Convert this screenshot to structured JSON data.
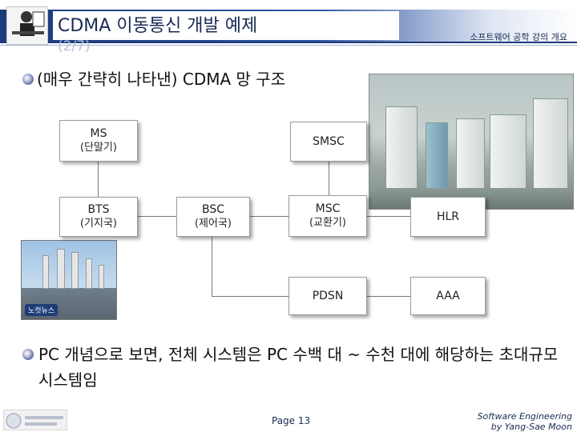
{
  "slide": {
    "title": "CDMA 이동통신 개발 예제",
    "title_sub": "(2/7)",
    "course": "소프트웨어 공학 강의 개요"
  },
  "heading": "(매우 간략히 나타낸) CDMA 망 구조",
  "diagram": {
    "nodes": {
      "ms": {
        "label": "MS",
        "sub": "(단말기)"
      },
      "smsc": {
        "label": "SMSC",
        "sub": ""
      },
      "bts": {
        "label": "BTS",
        "sub": "(기지국)"
      },
      "bsc": {
        "label": "BSC",
        "sub": "(제어국)"
      },
      "msc": {
        "label": "MSC",
        "sub": "(교환기)"
      },
      "hlr": {
        "label": "HLR",
        "sub": ""
      },
      "pdsn": {
        "label": "PDSN",
        "sub": ""
      },
      "aaa": {
        "label": "AAA",
        "sub": ""
      }
    }
  },
  "photo_tower": {
    "tag": "노컷뉴스"
  },
  "bottom_text": "PC 개념으로 보면, 전체 시스템은 PC 수백 대 ~ 수천 대에 해당하는 초대규모 시스템임",
  "footer": {
    "page": "Page 13",
    "credit_line1": "Software Engineering",
    "credit_line2": "by Yang-Sae Moon"
  },
  "colors": {
    "header_blue": "#1c3a7a",
    "accent": "#2f55a3"
  }
}
